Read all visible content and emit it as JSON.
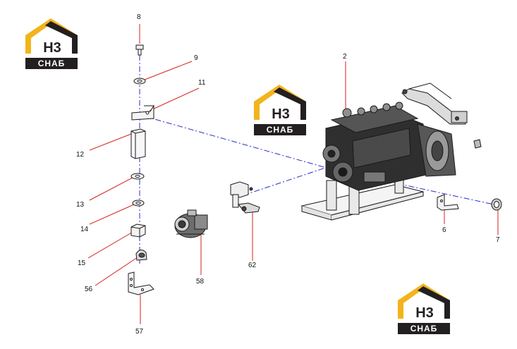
{
  "watermark": {
    "mark": "Н3",
    "text": "СНАБ",
    "colors": {
      "roof": "#f2b41c",
      "dark": "#231f20",
      "text": "#ffffff"
    }
  },
  "callouts": {
    "c8": "8",
    "c9": "9",
    "c11": "11",
    "c12": "12",
    "c13": "13",
    "c14": "14",
    "c15": "15",
    "c56": "56",
    "c57": "57",
    "c2": "2",
    "c58": "58",
    "c62": "62",
    "c6": "6",
    "c7": "7"
  },
  "colors": {
    "leader_line": "#d4201f",
    "axis_line": "#2b2fc9",
    "part_outline": "#1a1a1a"
  }
}
